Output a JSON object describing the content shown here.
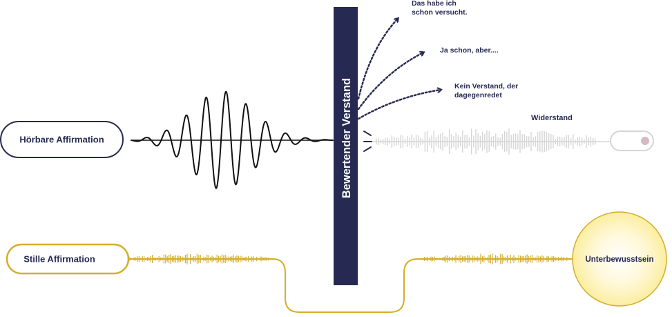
{
  "colors": {
    "navy": "#262a52",
    "gold": "#d4ad2a",
    "grey": "#d5d5d5",
    "toggle_dot": "#d7b9c5",
    "glow": "#fdf3b0",
    "white": "#ffffff"
  },
  "nodes": {
    "audible": "Hörbare Affirmation",
    "silent": "Stille Affirmation",
    "subconscious": "Unterbewusstsein"
  },
  "barrier": {
    "label": "Bewertender Verstand"
  },
  "deflections": [
    {
      "lines": [
        "Das habe ich",
        "schon versucht."
      ]
    },
    {
      "lines": [
        "Ja schon, aber...."
      ]
    },
    {
      "lines": [
        "Kein Verstand, der",
        "dagegenredet"
      ]
    }
  ],
  "resistance": {
    "label": "Widerstand"
  },
  "icons": {
    "barrier_hit": "impact-marks-icon",
    "toggle": "toggle-switch-icon"
  }
}
